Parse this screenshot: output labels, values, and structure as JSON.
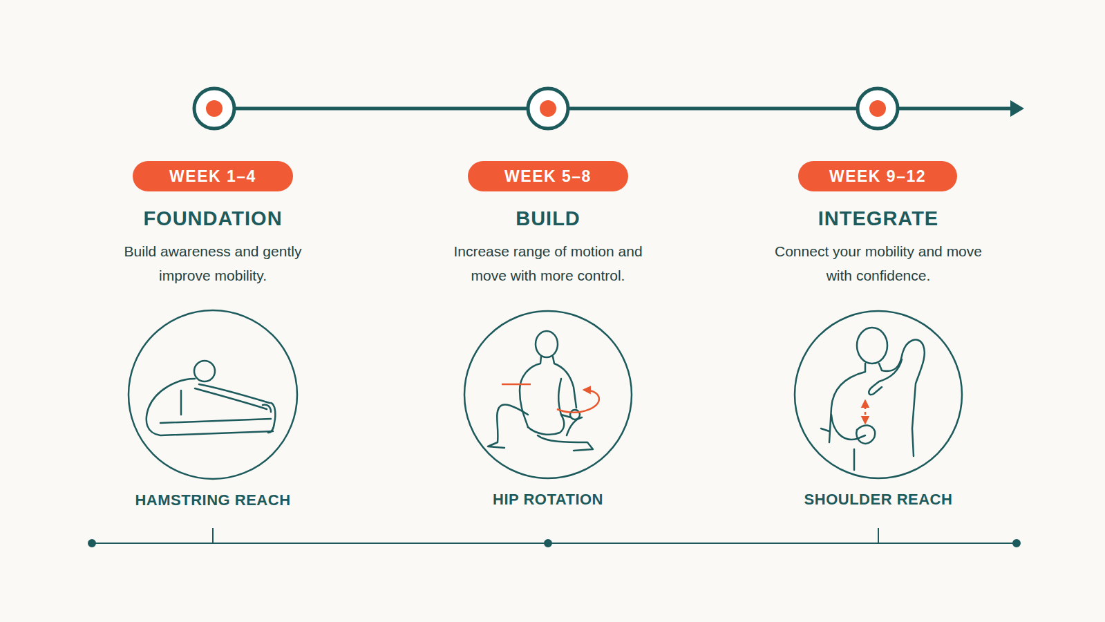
{
  "diagram": {
    "nodes": [
      {
        "text": [
          "WEEK 1–4"
        ]
      },
      {
        "text": [
          "WEEK 5–8"
        ]
      },
      {
        "text": [
          "WEEK 9–12"
        ]
      },
      {
        "text": [
          "HAMSTRING REACH"
        ]
      },
      {
        "text": [
          "HIP ROTATION"
        ]
      },
      {
        "text": [
          "SHOULDER REACH"
        ]
      }
    ],
    "labels": [
      "FOUNDATION",
      "Build awareness and gently improve mobility.",
      "BUILD",
      "Increase range of motion and move with more control.",
      "INTEGRATE",
      "Connect your mobility and move with confidence."
    ]
  }
}
